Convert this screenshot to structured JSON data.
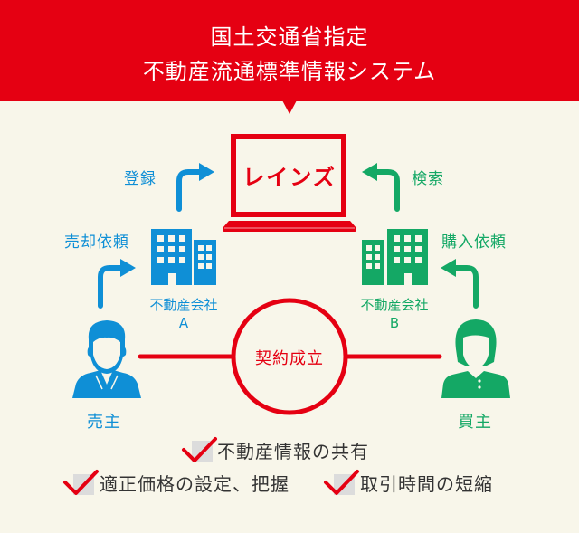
{
  "header": {
    "title_line1": "国土交通省指定",
    "title_line2": "不動産流通標準情報システム"
  },
  "center": {
    "system_name": "レインズ",
    "contract_label": "契約成立"
  },
  "flows": {
    "register": "登録",
    "search": "検索",
    "sell_request": "売却依頼",
    "buy_request": "購入依頼"
  },
  "companies": {
    "a": {
      "name": "不動産会社",
      "letter": "A"
    },
    "b": {
      "name": "不動産会社",
      "letter": "B"
    }
  },
  "people": {
    "seller": "売主",
    "buyer": "買主"
  },
  "benefits": [
    {
      "label": "不動産情報の共有"
    },
    {
      "label": "適正価格の設定、把握"
    },
    {
      "label": "取引時間の短縮"
    }
  ],
  "icons": {
    "laptop": "laptop-icon",
    "building": "building-icon",
    "arrow": "arrow-icon",
    "person_male": "person-male-icon",
    "person_female": "person-female-icon",
    "checkbox": "checkbox-checked-icon"
  },
  "colors": {
    "background": "#f8f6ea",
    "red": "#e50012",
    "blue": "#0f8fd6",
    "green": "#14a865",
    "text_dark": "#333333",
    "checkbox_gray": "#dcdcdc"
  }
}
